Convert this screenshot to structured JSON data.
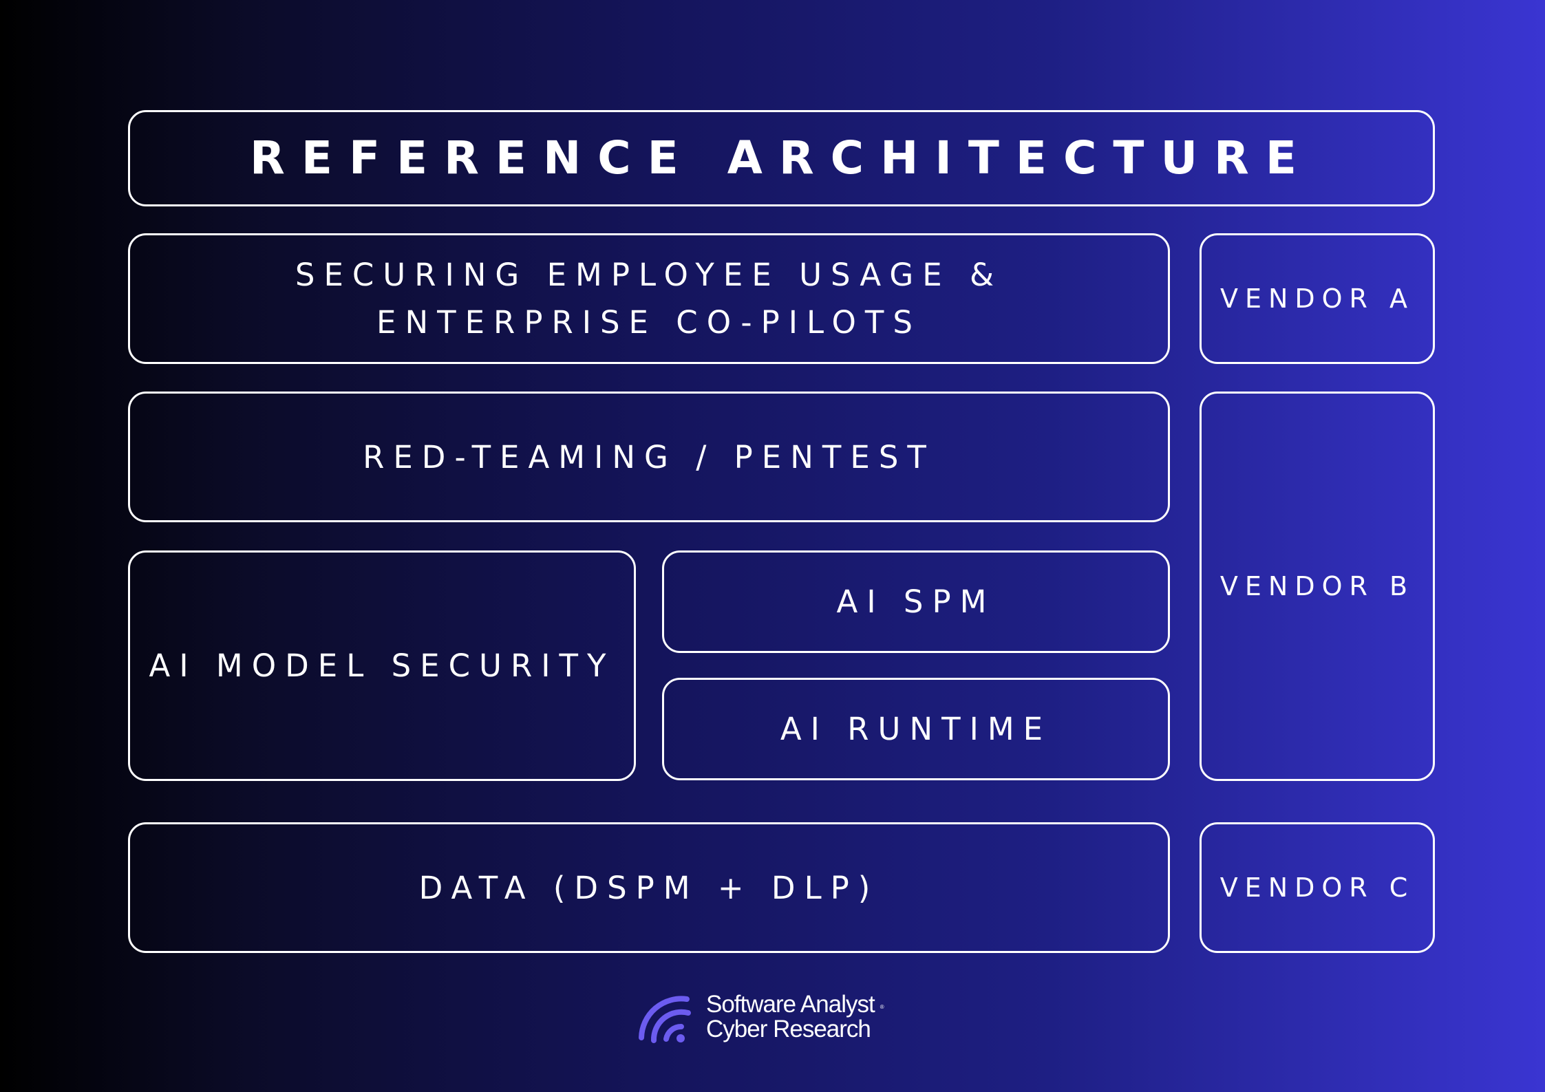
{
  "title": "REFERENCE ARCHITECTURE",
  "layers": {
    "employee_usage": [
      "SECURING EMPLOYEE USAGE &",
      "ENTERPRISE CO-PILOTS"
    ],
    "red_teaming": "RED-TEAMING / PENTEST",
    "model_security": "AI MODEL SECURITY",
    "ai_spm": "AI SPM",
    "ai_runtime": "AI RUNTIME",
    "data": "DATA (DSPM + DLP)"
  },
  "vendors": {
    "a": "VENDOR A",
    "b": "VENDOR B",
    "c": "VENDOR C"
  },
  "brand": {
    "line1": "Software Analyst",
    "tm": "®",
    "line2": "Cyber Research",
    "icon": "wifi-signal-icon",
    "accent": "#6c5cf0"
  },
  "colors": {
    "background_start": "#000000",
    "background_end": "#3a35d2",
    "border": "#ffffff",
    "text": "#ffffff"
  }
}
